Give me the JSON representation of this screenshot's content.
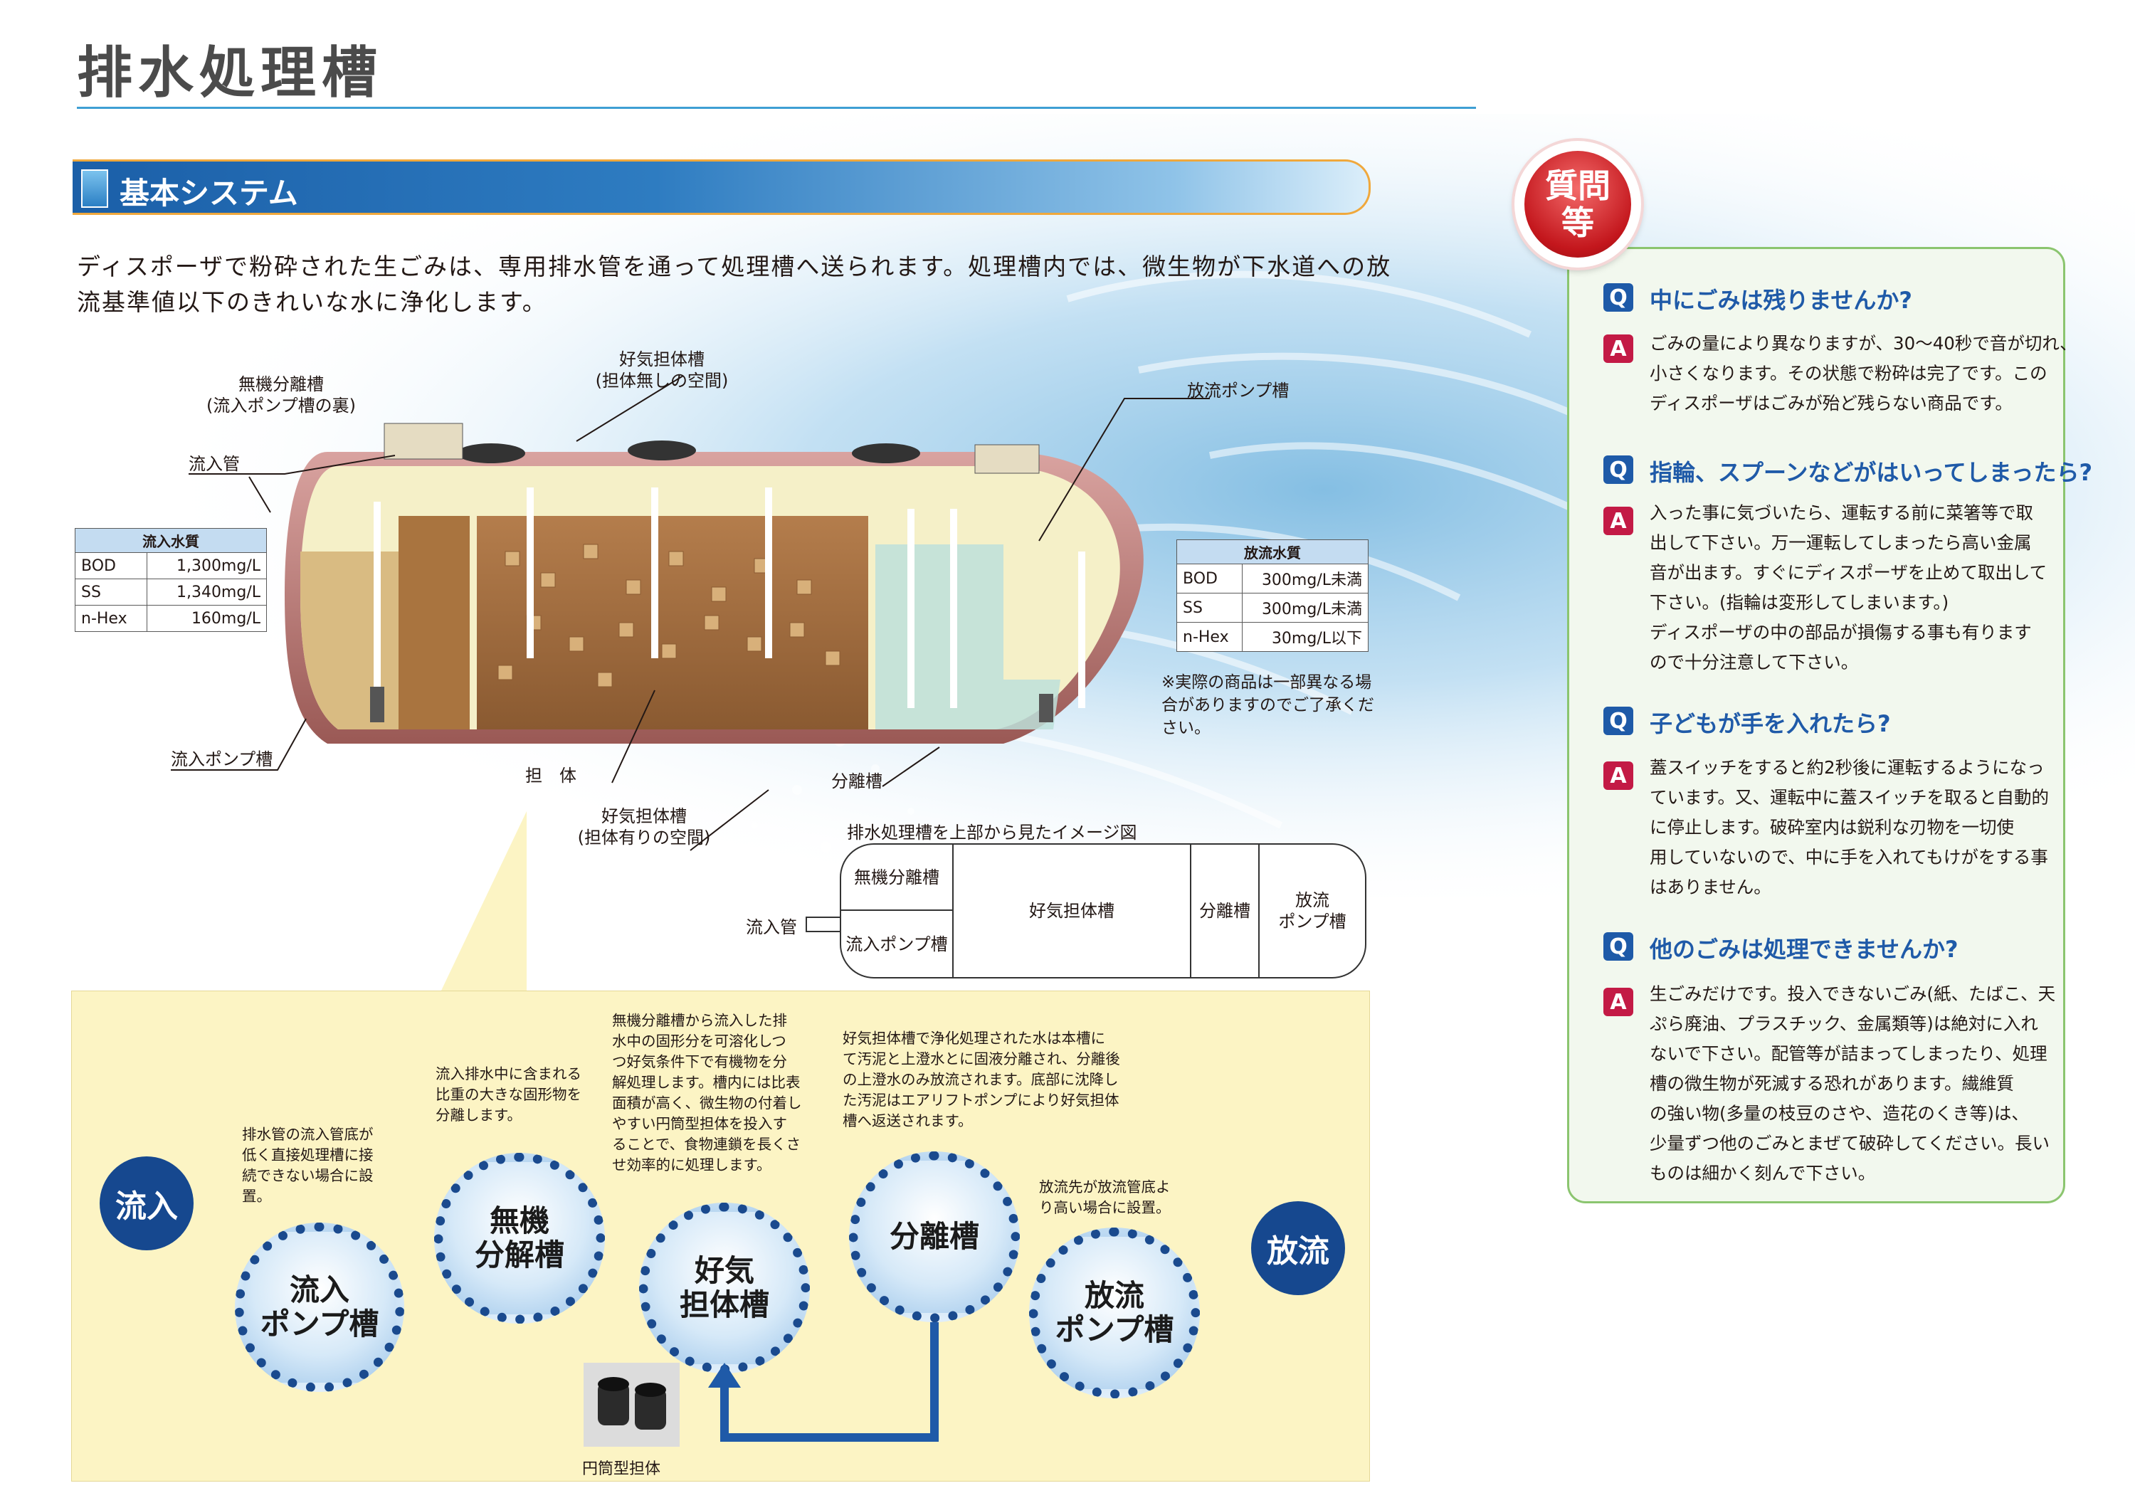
{
  "page_title": "排水処理槽",
  "section_title": "基本システム",
  "intro": "ディスポーザで粉砕された生ごみは、専用排水管を通って処理槽へ送られます。処理槽内では、微生物が下水道への放流基準値以下のきれいな水に浄化します。",
  "diagram": {
    "labels": {
      "inorganic_sep": "無機分離槽",
      "inorganic_sep_note": "(流入ポンプ槽の裏)",
      "aerobic_empty": "好気担体槽",
      "aerobic_empty_note": "(担体無しの空間)",
      "discharge_pump": "放流ポンプ槽",
      "inflow_pipe": "流入管",
      "inflow_pump": "流入ポンプ槽",
      "carrier": "担　体",
      "separation": "分離槽",
      "aerobic_filled": "好気担体槽",
      "aerobic_filled_note": "(担体有りの空間)"
    },
    "inflow_quality": {
      "title": "流入水質",
      "rows": [
        {
          "name": "BOD",
          "value": "1,300mg/L"
        },
        {
          "name": "SS",
          "value": "1,340mg/L"
        },
        {
          "name": "n-Hex",
          "value": "160mg/L"
        }
      ]
    },
    "outflow_quality": {
      "title": "放流水質",
      "rows": [
        {
          "name": "BOD",
          "value": "300mg/L未満"
        },
        {
          "name": "SS",
          "value": "300mg/L未満"
        },
        {
          "name": "n-Hex",
          "value": "30mg/L以下"
        }
      ]
    },
    "note": "※実際の商品は一部異なる場合がありますのでご了承ください。"
  },
  "top_view": {
    "caption": "排水処理槽を上部から見たイメージ図",
    "inflow_pipe": "流入管",
    "inorganic": "無機分離槽",
    "inflow_pump": "流入ポンプ槽",
    "aerobic": "好気担体槽",
    "separation": "分離槽",
    "discharge_pump": "放流\nポンプ槽"
  },
  "flow": {
    "inflow": "流入",
    "outflow": "放流",
    "stages": {
      "inflow_pump": "流入\nポンプ槽",
      "inorganic": "無機\n分解槽",
      "aerobic": "好気\n担体槽",
      "separation": "分離槽",
      "discharge_pump": "放流\nポンプ槽"
    },
    "descriptions": {
      "inflow_pump": "排水管の流入管底が\n低く直接処理槽に接\n続できない場合に設\n置。",
      "inorganic": "流入排水中に含まれる\n比重の大きな固形物を\n分離します。",
      "aerobic": "無機分離槽から流入した排\n水中の固形分を可溶化しつ\nつ好気条件下で有機物を分\n解処理します。槽内には比表\n面積が高く、微生物の付着し\nやすい円筒型担体を投入す\nることで、食物連鎖を長くさ\nせ効率的に処理します。",
      "separation": "好気担体槽で浄化処理された水は本槽に\nて汚泥と上澄水とに固液分離され、分離後\nの上澄水のみ放流されます。底部に沈降し\nた汚泥はエアリフトポンプにより好気担体\n槽へ返送されます。",
      "discharge_pump": "放流先が放流管底よ\nり高い場合に設置。"
    },
    "photo_caption": "円筒型担体"
  },
  "qa": {
    "badge": "質問\n等",
    "items": [
      {
        "q": "中にごみは残りませんか?",
        "a": "ごみの量により異なりますが、30〜40秒で音が切れ、\n小さくなります。その状態で粉砕は完了です。この\nディスポーザはごみが殆ど残らない商品です。"
      },
      {
        "q": "指輪、スプーンなどがはいってしまったら?",
        "a": "入った事に気づいたら、運転する前に菜箸等で取\n出して下さい。万一運転してしまったら高い金属\n音が出ます。すぐにディスポーザを止めて取出して\n下さい。(指輪は変形してしまいます。)\nディスポーザの中の部品が損傷する事も有ります\nので十分注意して下さい。"
      },
      {
        "q": "子どもが手を入れたら?",
        "a": "蓋スイッチをすると約2秒後に運転するようになっ\nています。又、運転中に蓋スイッチを取ると自動的\nに停止します。破砕室内は鋭利な刃物を一切使\n用していないので、中に手を入れてもけがをする事\nはありません。"
      },
      {
        "q": "他のごみは処理できませんか?",
        "a": "生ごみだけです。投入できないごみ(紙、たばこ、天\nぷら廃油、プラスチック、金属類等)は絶対に入れ\nないで下さい。配管等が詰まってしまったり、処理\n槽の微生物が死滅する恐れがあります。繊維質\nの強い物(多量の枝豆のさや、造花のくき等)は、\n少量ずつ他のごみとまぜて破砕してください。長い\nものは細かく刻んで下さい。"
      }
    ],
    "q_mark": "Q",
    "a_mark": "A"
  },
  "colors": {
    "accent_blue": "#1e5aa8",
    "accent_red": "#c3161c",
    "panel_yellow": "#fcf4c4",
    "qa_green": "#8bc56f"
  }
}
